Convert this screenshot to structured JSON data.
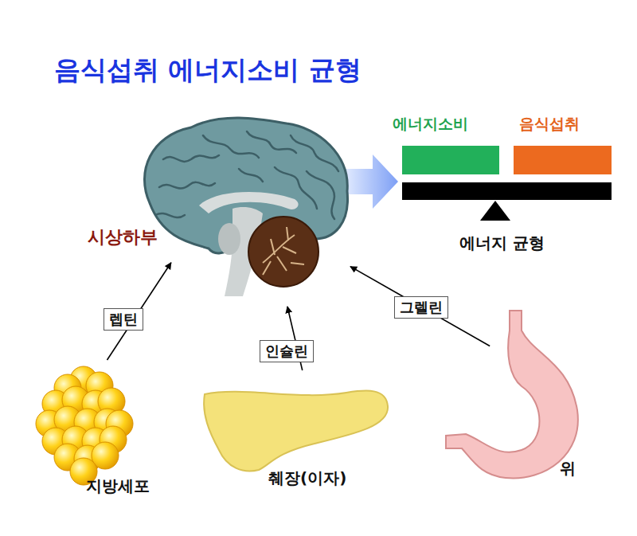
{
  "diagram": {
    "title": "음식섭취 에너지소비 균형",
    "nodes": [
      {
        "text": [
          "시상하부"
        ]
      },
      {
        "text": [
          "지방세포"
        ]
      },
      {
        "text": [
          "췌장(이자)"
        ]
      },
      {
        "text": [
          "위"
        ]
      }
    ],
    "edges": [
      {
        "from": 1,
        "to": 0,
        "label": "렙틴",
        "arrow": "to"
      },
      {
        "from": 2,
        "to": 0,
        "label": "인슐린",
        "arrow": "to"
      },
      {
        "from": 3,
        "to": 0,
        "label": "그렐린",
        "arrow": "to"
      }
    ],
    "labels": [
      "에너지소비",
      "음식섭취",
      "에너지 균형"
    ]
  }
}
